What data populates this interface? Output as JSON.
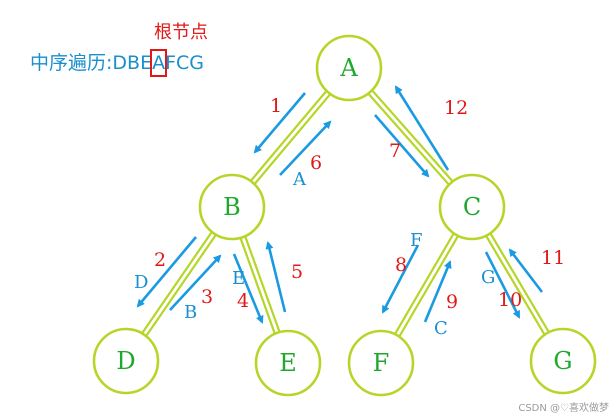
{
  "caption": {
    "root_label": "根节点",
    "inorder_prefix": "中序遍历:DBE",
    "inorder_highlight": "A",
    "inorder_suffix": "FCG"
  },
  "watermark": "CSDN @♡喜欢做梦",
  "colors": {
    "node_stroke": "#b5d629",
    "node_text": "#1fa82e",
    "edge": "#b5d629",
    "arrow": "#1a9ae0",
    "step_number": "#e01818",
    "arrow_label": "#1a8fcf"
  },
  "nodes": [
    {
      "id": "A",
      "label": "A"
    },
    {
      "id": "B",
      "label": "B"
    },
    {
      "id": "C",
      "label": "C"
    },
    {
      "id": "D",
      "label": "D"
    },
    {
      "id": "E",
      "label": "E"
    },
    {
      "id": "F",
      "label": "F"
    },
    {
      "id": "G",
      "label": "G"
    }
  ],
  "edges": [
    {
      "from": "A",
      "to": "B"
    },
    {
      "from": "A",
      "to": "C"
    },
    {
      "from": "B",
      "to": "D"
    },
    {
      "from": "B",
      "to": "E"
    },
    {
      "from": "C",
      "to": "F"
    },
    {
      "from": "C",
      "to": "G"
    }
  ],
  "steps": [
    {
      "step": "1",
      "from": "A",
      "to": "B"
    },
    {
      "step": "2",
      "from": "B",
      "to": "D",
      "label": "D"
    },
    {
      "step": "3",
      "from": "D",
      "to": "B",
      "label": "B"
    },
    {
      "step": "4",
      "from": "B",
      "to": "E",
      "label": "E"
    },
    {
      "step": "5",
      "from": "E",
      "to": "B"
    },
    {
      "step": "6",
      "from": "B",
      "to": "A",
      "label": "A"
    },
    {
      "step": "7",
      "from": "A",
      "to": "C"
    },
    {
      "step": "8",
      "from": "C",
      "to": "F",
      "label": "F"
    },
    {
      "step": "9",
      "from": "F",
      "to": "C",
      "label": "C"
    },
    {
      "step": "10",
      "from": "C",
      "to": "G",
      "label": "G"
    },
    {
      "step": "11",
      "from": "G",
      "to": "C"
    },
    {
      "step": "12",
      "from": "C",
      "to": "A"
    }
  ]
}
